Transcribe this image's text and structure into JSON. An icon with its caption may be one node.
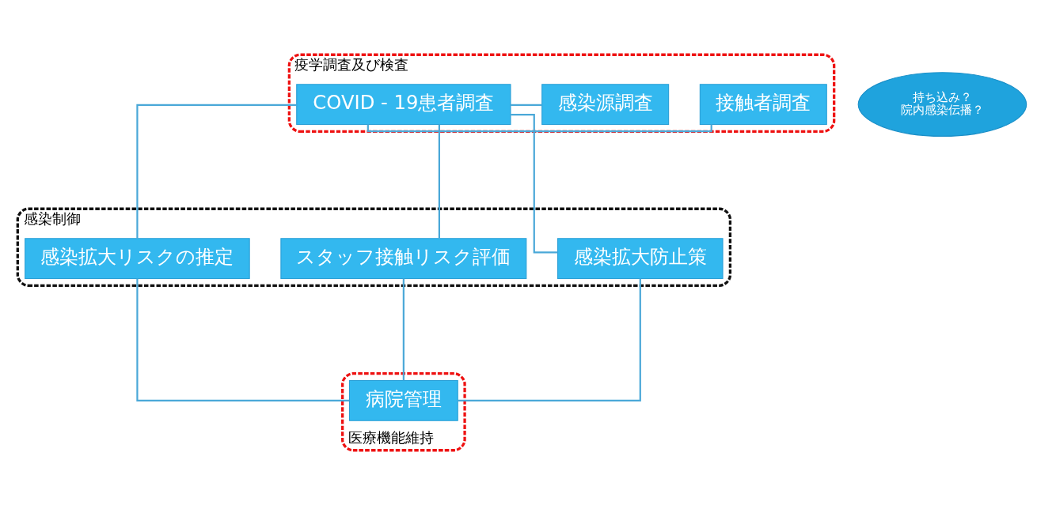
{
  "diagram": {
    "nodes": [
      {
        "text": [
          "疫学調査及び検査"
        ]
      },
      {
        "text": [
          "COVID - 19患者調査"
        ],
        "in": 0
      },
      {
        "text": [
          "感染源調査"
        ],
        "in": 0
      },
      {
        "text": [
          "接触者調査"
        ],
        "in": 0
      },
      {
        "text": [
          "持ち込み？",
          "院内感染伝播？"
        ]
      },
      {
        "text": [
          "感染制御"
        ]
      },
      {
        "text": [
          "感染拡大リスクの推定"
        ],
        "in": 5
      },
      {
        "text": [
          "スタッフ接触リスク評価"
        ],
        "in": 5
      },
      {
        "text": [
          "感染拡大防止策"
        ],
        "in": 5
      },
      {
        "text": [
          "医療機能維持"
        ]
      },
      {
        "text": [
          "病院管理"
        ],
        "in": 9
      }
    ],
    "edges": [
      {
        "from": 1,
        "to": 2,
        "arrow": "none"
      },
      {
        "from": 1,
        "to": 3,
        "arrow": "none"
      },
      {
        "from": 1,
        "to": 6,
        "arrow": "none"
      },
      {
        "from": 1,
        "to": 7,
        "arrow": "none"
      },
      {
        "from": 1,
        "to": 8,
        "arrow": "none"
      },
      {
        "from": 6,
        "to": 10,
        "arrow": "none"
      },
      {
        "from": 7,
        "to": 10,
        "arrow": "none"
      },
      {
        "from": 8,
        "to": 10,
        "arrow": "none"
      }
    ]
  }
}
